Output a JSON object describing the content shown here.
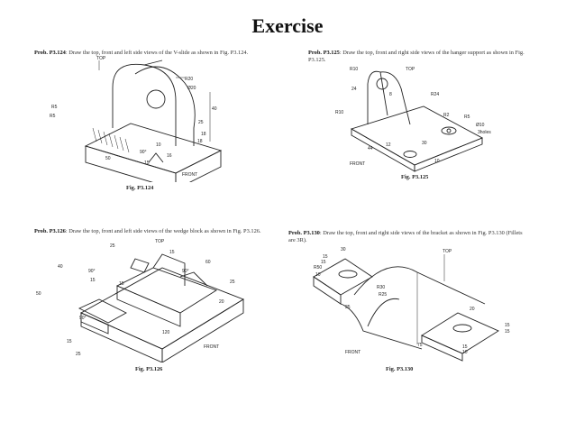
{
  "title": "Exercise",
  "problems": [
    {
      "id": "Prob. P3.124",
      "text": ": Draw the top, front and left side views of the V-slide as shown in Fig. P3.124.",
      "figure": "Fig. P3.124",
      "labels": {
        "top": "TOP",
        "front": "FRONT",
        "r20": "R20",
        "d20": "Ø20",
        "r5": "R5",
        "r5b": "R5",
        "d40": "40",
        "d25": "25",
        "d18": "18",
        "d18b": "18",
        "d10": "10",
        "d16": "16",
        "d15": "15",
        "d50": "50",
        "ang": "90°"
      }
    },
    {
      "id": "Prob. P3.125",
      "text": ": Draw the top, front and right side views of the hanger support as shown in Fig. P3.125.",
      "figure": "Fig. P3.125",
      "labels": {
        "top": "TOP",
        "front": "FRONT",
        "r10": "R10",
        "r10b": "R10",
        "d8": "8",
        "r24": "R24",
        "d24": "24",
        "r2": "R2",
        "r5": "R5",
        "d10": "Ø10",
        "holes": "3holes",
        "d30": "30",
        "d44": "44",
        "d12": "12",
        "d10b": "10"
      }
    },
    {
      "id": "Prob. P3.126",
      "text": ": Draw the top, front and left side views of the wedge block as shown in Fig. P3.126.",
      "figure": "Fig. P3.126",
      "labels": {
        "top": "TOP",
        "front": "FRONT",
        "d25": "25",
        "d15": "15",
        "d60": "60",
        "d40": "40",
        "a90": "90°",
        "a90b": "90°",
        "d15b": "15",
        "d15c": "15",
        "d25b": "25",
        "d20": "20",
        "d50": "50",
        "a90c": "90°",
        "d120": "120",
        "d15d": "15",
        "d25c": "25"
      }
    },
    {
      "id": "Prob. P3.130",
      "text": ": Draw the top, front and right side views of the bracket as shown in Fig. P3.130 (Fillets are 3R).",
      "figure": "Fig. P3.130",
      "labels": {
        "top": "TOP",
        "front": "FRONT",
        "d30": "30",
        "d15": "15",
        "d15b": "15",
        "r50": "R50",
        "d10": "10",
        "r30": "R30",
        "r25": "R25",
        "d25": "25",
        "d20": "20",
        "d15c": "15",
        "d15d": "15",
        "d75": "75",
        "d15e": "15",
        "d10b": "10"
      }
    }
  ]
}
